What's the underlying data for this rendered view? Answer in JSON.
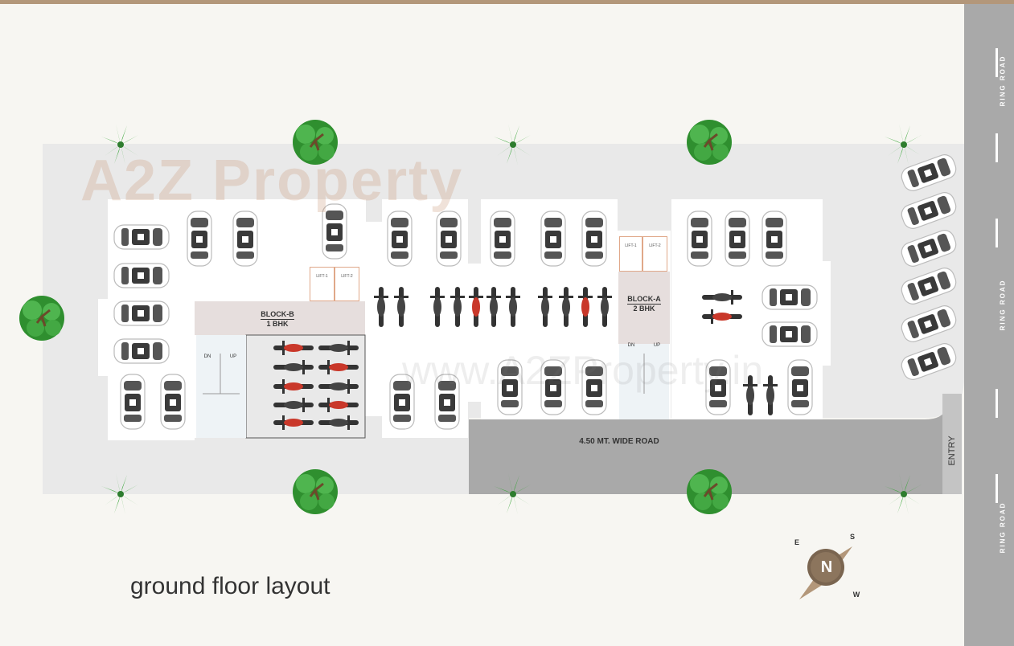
{
  "title": "ground floor layout",
  "watermark": {
    "logo_text": "A2Z Property",
    "site_text": "www.A2ZProperty.in"
  },
  "blocks": {
    "block_b": {
      "name": "BLOCK-B",
      "type": "1 BHK"
    },
    "block_a": {
      "name": "BLOCK-A",
      "type": "2 BHK"
    }
  },
  "lifts": {
    "lift1": "LIFT-1",
    "lift2": "LIFT-2"
  },
  "stairs": {
    "down": "DN",
    "up": "UP"
  },
  "roads": {
    "internal_road": "4.50 MT. WIDE ROAD",
    "entry": "ENTRY",
    "ring_road": "RING ROAD"
  },
  "compass": {
    "center": "N",
    "e": "E",
    "s": "S",
    "w": "W"
  },
  "colors": {
    "plot": "#e9e9e9",
    "building": "#ffffff",
    "road": "#a9a9a9",
    "lobby": "#e6dedd",
    "accent_brown": "#b3977a",
    "tree_green": "#3aa63a"
  }
}
